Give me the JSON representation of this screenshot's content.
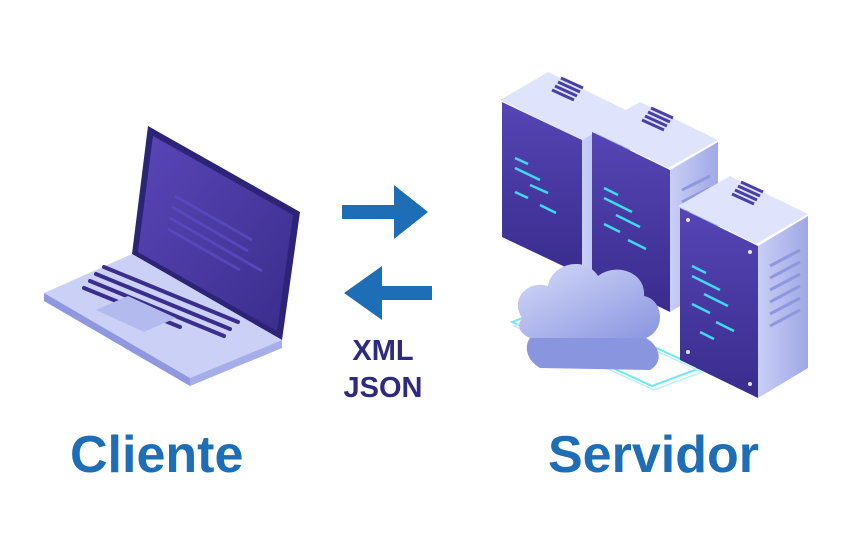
{
  "diagram": {
    "client": {
      "label": "Cliente",
      "icon": "laptop-icon"
    },
    "server": {
      "label": "Servidor",
      "icon": "server-rack-icon"
    },
    "exchange": {
      "request_arrow": "arrow-right-icon",
      "response_arrow": "arrow-left-icon",
      "formats": [
        "XML",
        "JSON"
      ]
    }
  },
  "colors": {
    "label": "#1d6eb6",
    "arrow": "#1d6eb6",
    "format_text": "#2e2a80",
    "server_panel": "#4a3fa6",
    "server_face": "#c8cdf4",
    "led": "#41d9ee",
    "laptop_screen": "#4c3ca6",
    "cloud": "#a9b4ee"
  }
}
